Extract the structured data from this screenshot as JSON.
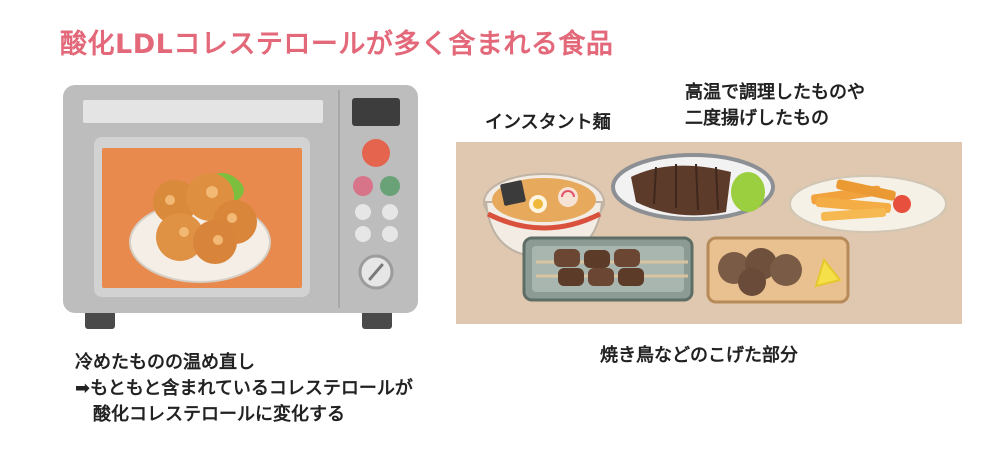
{
  "title": "酸化LDLコレステロールが多く含まれる食品",
  "captions": {
    "ramen": "インスタント麺",
    "high_temp_line1": "高温で調理したものや",
    "high_temp_line2": "二度揚げしたもの",
    "yakitori": "焼き鳥などのこげた部分"
  },
  "note": {
    "line1": "冷めたものの温め直し",
    "arrow": "➡",
    "line2": "もともと含まれているコレステロールが",
    "line3": "酸化コレステロールに変化する"
  },
  "colors": {
    "title": "#e3697a",
    "microwave_body": "#bdbdbd",
    "microwave_window": "#e8894e",
    "food_panel": "#dfc8af"
  }
}
